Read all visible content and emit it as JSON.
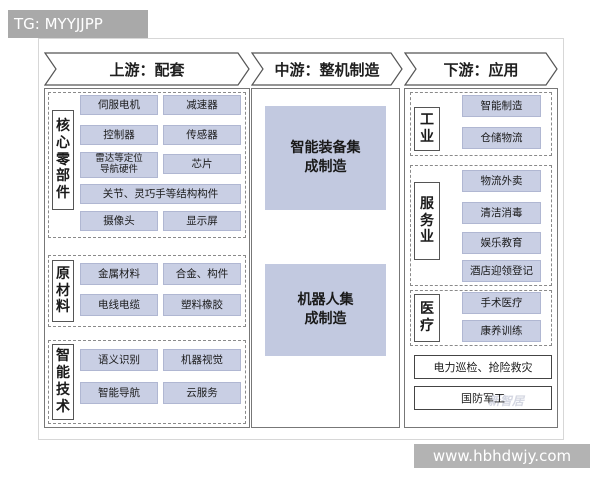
{
  "watermark_tag": "TG: MYYJJPP",
  "watermark_url": "www.hbhdwjy.com",
  "faint_logo": "新智居",
  "upstream": {
    "header": "上游：配套",
    "groups": [
      {
        "label": "核心零部件",
        "items": [
          "伺服电机",
          "减速器",
          "控制器",
          "传感器",
          "雷达等定位导航硬件",
          "芯片",
          "关节、灵巧手等结构构件",
          "摄像头",
          "显示屏"
        ]
      },
      {
        "label": "原材料",
        "items": [
          "金属材料",
          "合金、构件",
          "电线电缆",
          "塑料橡胶"
        ]
      },
      {
        "label": "智能技术",
        "items": [
          "语义识别",
          "机器视觉",
          "智能导航",
          "云服务"
        ]
      }
    ]
  },
  "midstream": {
    "header": "中游：整机制造",
    "items": [
      "智能装备集成制造",
      "机器人集成制造"
    ]
  },
  "downstream": {
    "header": "下游：应用",
    "groups": [
      {
        "label": "工业",
        "items": [
          "智能制造",
          "仓储物流"
        ]
      },
      {
        "label": "服务业",
        "items": [
          "物流外卖",
          "清洁消毒",
          "娱乐教育",
          "酒店迎领登记"
        ]
      },
      {
        "label": "医疗",
        "items": [
          "手术医疗",
          "康养训练"
        ]
      }
    ],
    "extra": [
      "电力巡检、抢险救灾",
      "国防军工"
    ]
  }
}
